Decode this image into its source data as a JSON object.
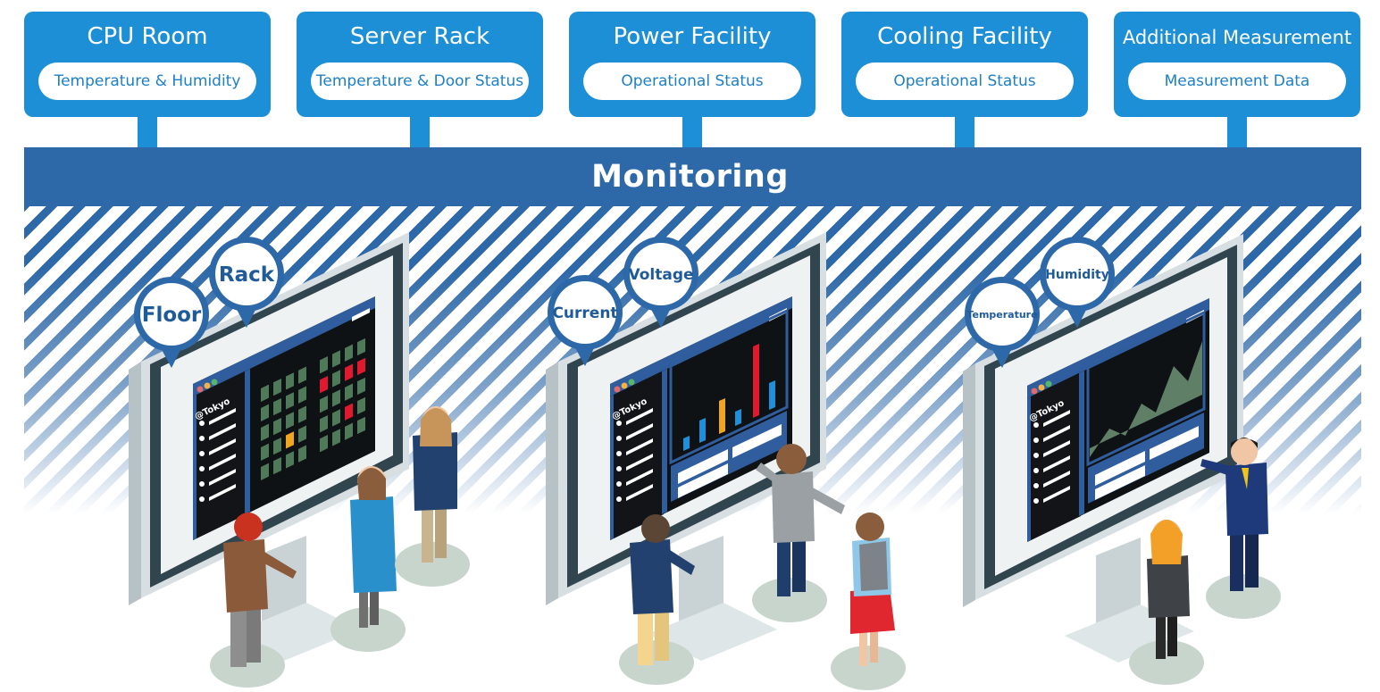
{
  "sources": [
    {
      "title": "CPU Room",
      "detail": "Temperature & Humidity"
    },
    {
      "title": "Server Rack",
      "detail": "Temperature & Door Status"
    },
    {
      "title": "Power Facility",
      "detail": "Operational Status"
    },
    {
      "title": "Cooling Facility",
      "detail": "Operational Status"
    },
    {
      "title": "Additional Measurement",
      "detail": "Measurement Data"
    }
  ],
  "monitoring": {
    "title": "Monitoring"
  },
  "screens": [
    {
      "bubbles": [
        "Floor",
        "Rack"
      ],
      "logo": "@Tokyo",
      "view": "rack-grid"
    },
    {
      "bubbles": [
        "Current",
        "Voltage"
      ],
      "logo": "@Tokyo",
      "view": "bar-chart"
    },
    {
      "bubbles": [
        "Temperature",
        "Humidity"
      ],
      "logo": "@Tokyo",
      "view": "area-chart"
    }
  ],
  "colors": {
    "box": "#1d8fd6",
    "band": "#2d68a8",
    "bubble_ring": "#2d68a8",
    "bubble_text": "#1f5a99",
    "alert": "#e0192f",
    "warning": "#f0a51e",
    "normal": "#4f7a5a",
    "bar": "#1e8fd9",
    "area": "#5f7f66"
  }
}
